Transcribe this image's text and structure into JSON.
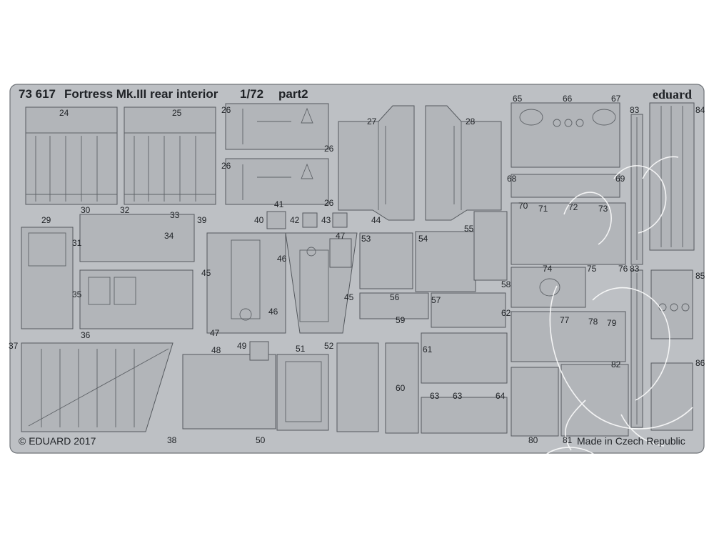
{
  "header": {
    "product_code": "73 617",
    "title": "Fortress Mk.III rear interior",
    "scale": "1/72",
    "part": "part2"
  },
  "brand": "eduard",
  "footer": {
    "copyright": "© EDUARD 2017",
    "made_in": "Made in Czech Republic"
  },
  "part_numbers": [
    "24",
    "25",
    "26",
    "26",
    "26",
    "26",
    "27",
    "28",
    "29",
    "30",
    "31",
    "32",
    "33",
    "34",
    "35",
    "36",
    "37",
    "38",
    "39",
    "40",
    "41",
    "42",
    "43",
    "44",
    "45",
    "45",
    "46",
    "46",
    "47",
    "47",
    "48",
    "49",
    "50",
    "51",
    "52",
    "53",
    "54",
    "55",
    "56",
    "57",
    "58",
    "59",
    "60",
    "61",
    "62",
    "63",
    "63",
    "64",
    "65",
    "66",
    "67",
    "68",
    "69",
    "70",
    "71",
    "72",
    "73",
    "74",
    "75",
    "76",
    "77",
    "78",
    "79",
    "80",
    "81",
    "82",
    "83",
    "83",
    "84",
    "85",
    "86"
  ],
  "colors": {
    "plate": "#bdc0c4",
    "part": "#b2b5b9",
    "outline": "#55595e"
  }
}
